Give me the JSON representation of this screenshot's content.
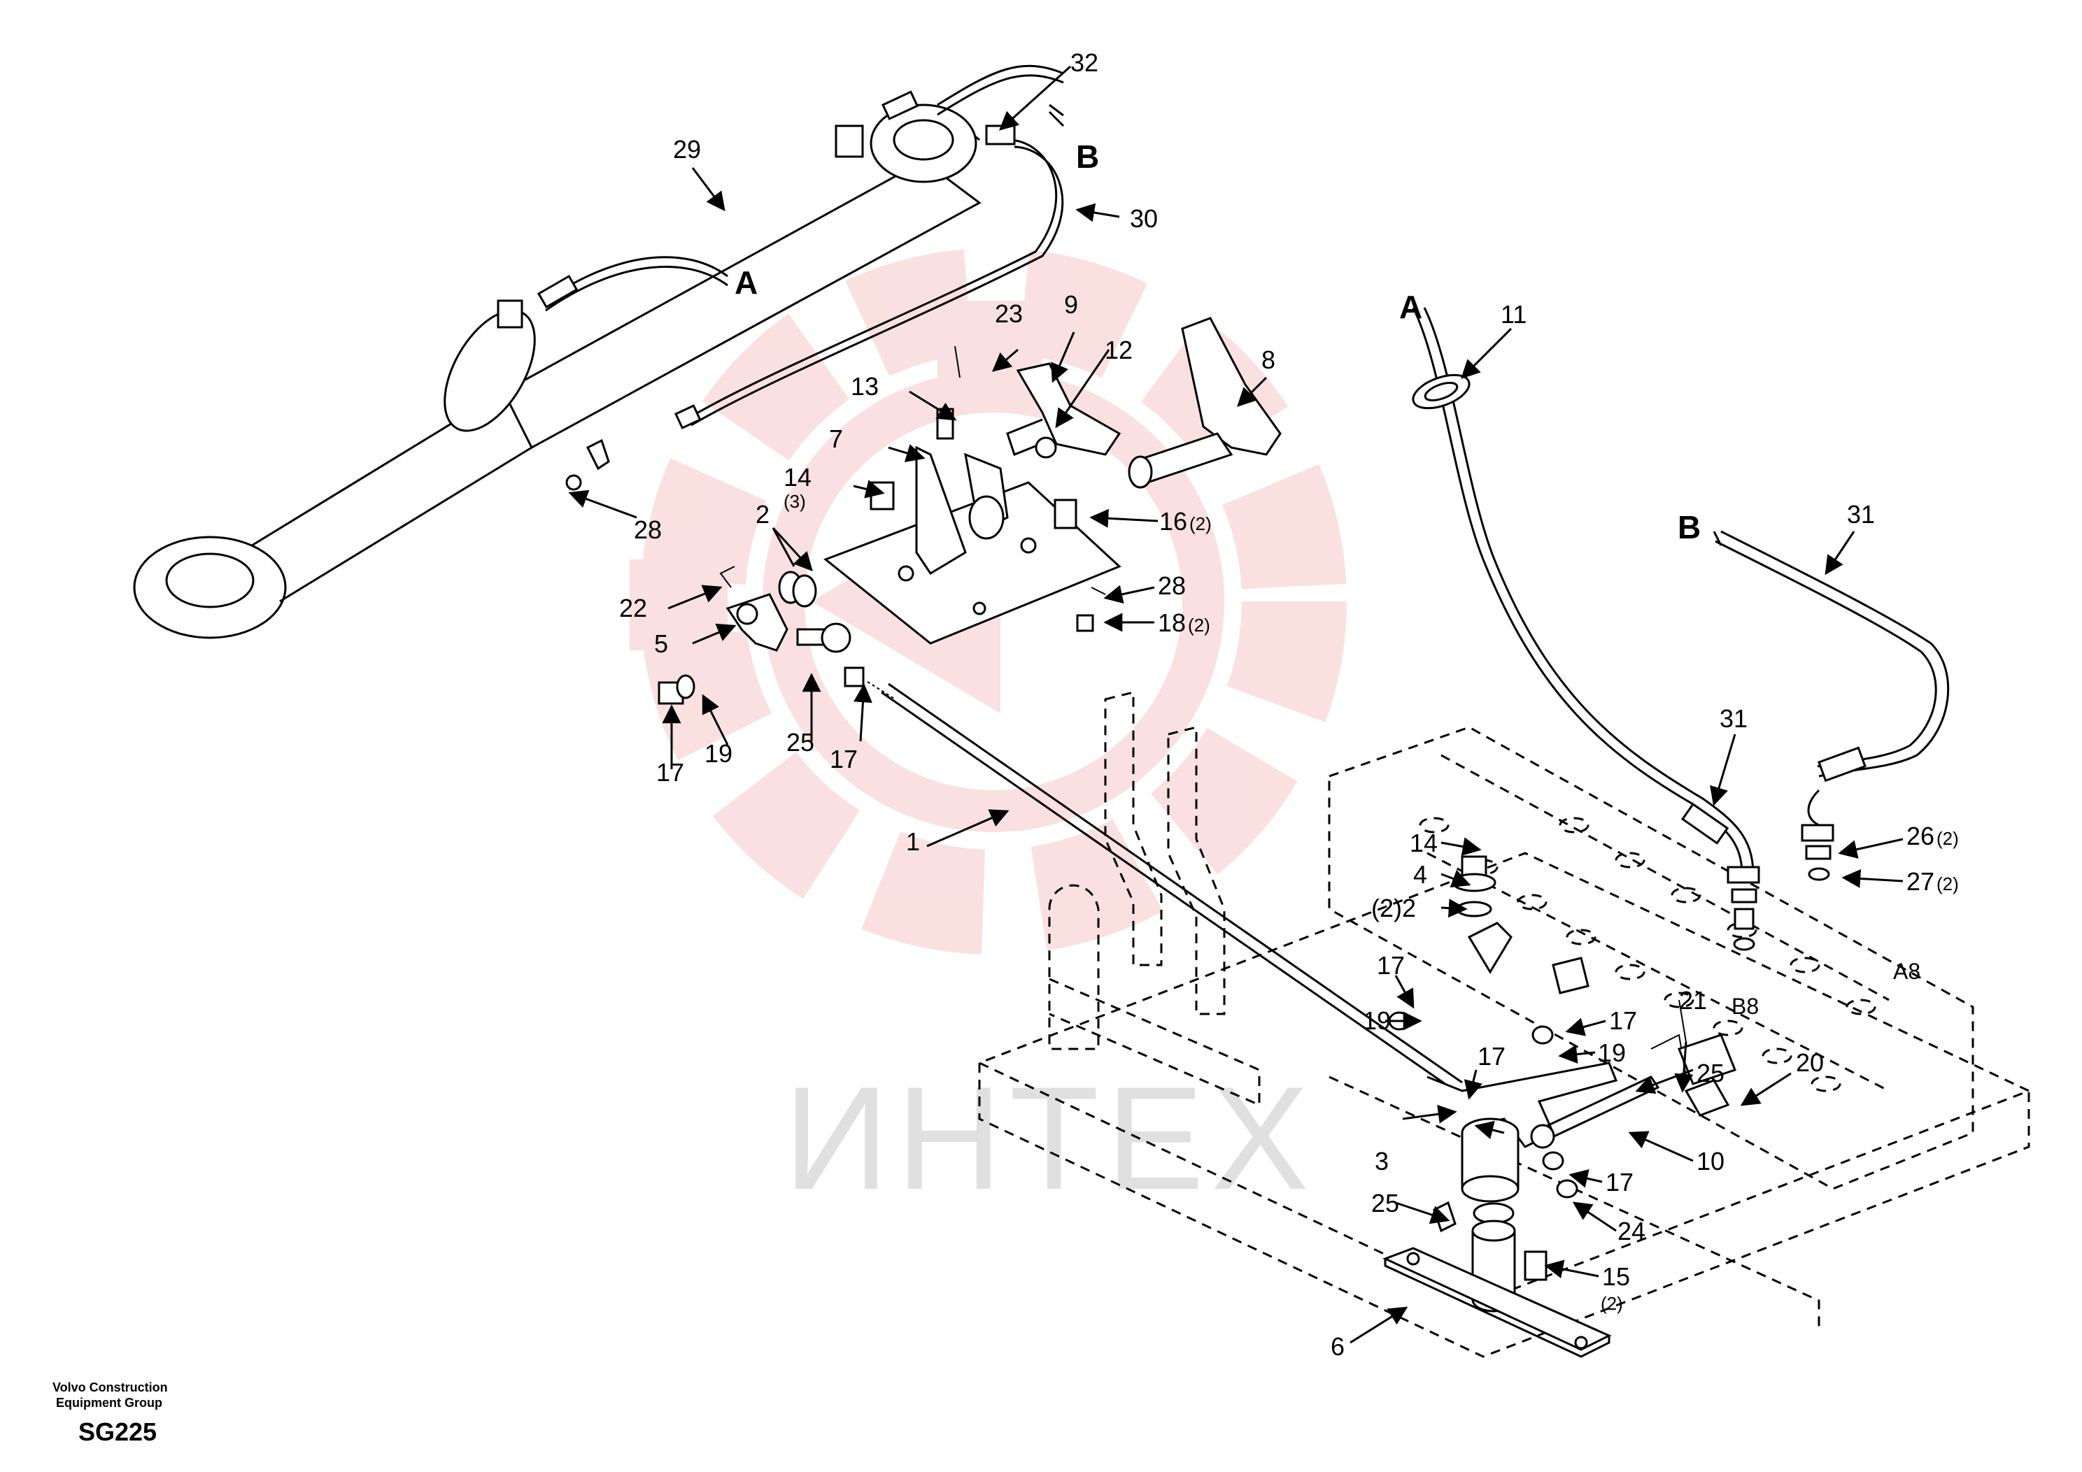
{
  "credit": {
    "company_line1": "Volvo Construction",
    "company_line2": "Equipment Group",
    "drawing_code": "SG225"
  },
  "watermark": {
    "text": "ИНТЕХ",
    "gear_color": "#f7c7c7",
    "text_color": "#c8c8c8"
  },
  "connection_letters": {
    "a_at_cylinder": "A",
    "b_at_cylinder": "B",
    "a_at_hose": "A",
    "b_at_hose": "B"
  },
  "ports": {
    "b8": "B8",
    "a8": "A8"
  },
  "callouts": {
    "c1": "1",
    "c2_pedal": "2",
    "c2_valve": "(2)2",
    "c3": "3",
    "c4": "4",
    "c5": "5",
    "c6": "6",
    "c7": "7",
    "c8": "8",
    "c9": "9",
    "c10": "10",
    "c11": "11",
    "c12": "12",
    "c13": "13",
    "c14_pedal": "14",
    "c14_pedal_qty": "(3)",
    "c14_valve": "14",
    "c15": "15",
    "c15_qty": "(2)",
    "c16": "16",
    "c16_qty": "(2)",
    "c17_left1": "17",
    "c17_left2": "17",
    "c17_mid1": "17",
    "c17_mid2": "17",
    "c17_mid3": "17",
    "c17_lower": "17",
    "c18": "18",
    "c18_qty": "(2)",
    "c19_left": "19",
    "c19_mid1": "19",
    "c19_mid2": "19",
    "c20": "20",
    "c21": "21",
    "c22": "22",
    "c23": "23",
    "c24": "24",
    "c25_left": "25",
    "c25_mid": "25",
    "c25_lower": "25",
    "c26": "26",
    "c26_qty": "(2)",
    "c27": "27",
    "c27_qty": "(2)",
    "c28_left": "28",
    "c28_right": "28",
    "c29": "29",
    "c30": "30",
    "c31_top": "31",
    "c31_mid": "31",
    "c32": "32"
  }
}
